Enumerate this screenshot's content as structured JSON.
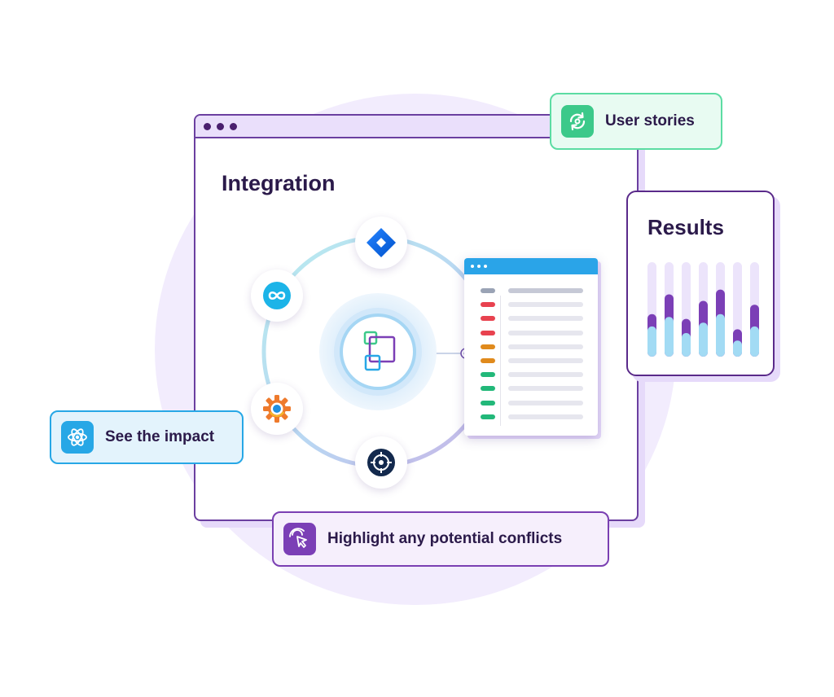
{
  "integration": {
    "title": "Integration"
  },
  "nodes": [
    {
      "id": "jira",
      "icon": "jira-diamond-icon"
    },
    {
      "id": "infinity",
      "icon": "infinity-loop-icon"
    },
    {
      "id": "gear",
      "icon": "gear-cog-icon"
    },
    {
      "id": "target",
      "icon": "target-crosshair-icon"
    }
  ],
  "center": {
    "icon": "overlapping-squares-icon"
  },
  "badges": {
    "user_stories": {
      "label": "User stories",
      "icon": "sync-arrows-icon"
    },
    "see_impact": {
      "label": "See the impact",
      "icon": "atom-icon"
    },
    "conflicts": {
      "label": "Highlight any potential conflicts",
      "icon": "cursor-click-icon"
    }
  },
  "results": {
    "title": "Results",
    "bars": [
      {
        "total": 0.45,
        "light": 0.32
      },
      {
        "total": 0.66,
        "light": 0.42
      },
      {
        "total": 0.4,
        "light": 0.25
      },
      {
        "total": 0.59,
        "light": 0.36
      },
      {
        "total": 0.71,
        "light": 0.45
      },
      {
        "total": 0.29,
        "light": 0.17
      },
      {
        "total": 0.55,
        "light": 0.32
      }
    ]
  },
  "task_rows": [
    "#9aa3b5",
    "#e8424f",
    "#e8424f",
    "#e8424f",
    "#e08a1c",
    "#e08a1c",
    "#22b879",
    "#22b879",
    "#22b879",
    "#22b879"
  ],
  "colors": {
    "purple_dark": "#5a2a8a",
    "purple_bar": "#7b3fb6",
    "blue_light": "#a2dbf4",
    "track": "#ece4fb",
    "green": "#3cc98a",
    "blue": "#27a7e6"
  }
}
